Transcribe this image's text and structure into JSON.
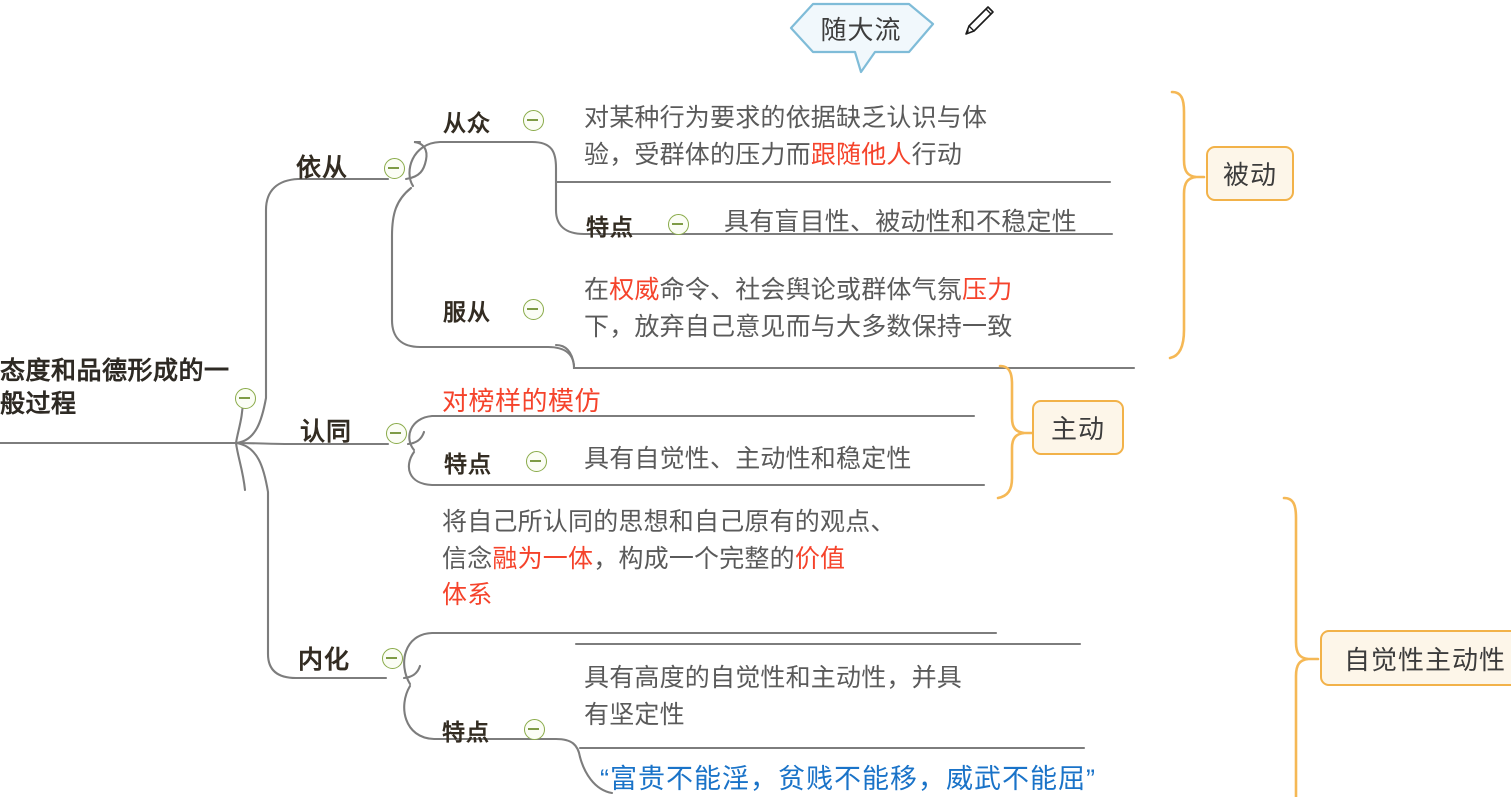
{
  "document": {
    "type": "mind-map",
    "title": "态度和品德形成的一般过程"
  },
  "root": {
    "label": "态度和品德形成的一般过程",
    "toggle": "collapse-toggle"
  },
  "callout": {
    "text": "随大流",
    "border_color": "#7fbcd8",
    "fill_color": "#f2f9fc"
  },
  "cursor": {
    "name": "pencil-cursor"
  },
  "branches": [
    {
      "id": "yicong",
      "label": "依从",
      "children": [
        {
          "id": "congzhong",
          "label": "从众",
          "body": {
            "line1_pre": "对某种行为要求的依据缺乏认识与体",
            "line2_pre": "验，受群体的压力而",
            "line2_hl": "跟随他人",
            "line2_post": "行动"
          }
        },
        {
          "id": "congzhong-tedian",
          "label": "特点",
          "body": {
            "plain": "具有盲目性、被动性和不稳定性"
          }
        },
        {
          "id": "fucong",
          "label": "服从",
          "body": {
            "line1_pre": "在",
            "line1_hl1": "权威",
            "line1_mid": "命令、社会舆论或群体气氛",
            "line1_hl2": "压力",
            "line2_pre": "下，放弃自己意见而与大多数保持一致"
          }
        }
      ]
    },
    {
      "id": "rentong",
      "label": "认同",
      "children": [
        {
          "id": "rentong-red",
          "red_text": "对榜样的模仿"
        },
        {
          "id": "rentong-tedian",
          "label": "特点",
          "body": {
            "plain": "具有自觉性、主动性和稳定性"
          }
        }
      ]
    },
    {
      "id": "neihua",
      "label": "内化",
      "children": [
        {
          "id": "neihua-def",
          "body": {
            "line1_pre": "将自己所认同的思想和自己原有的观点、",
            "line2_pre": "信念",
            "line2_hl": "融为一体",
            "line2_post": "，构成一个完整的",
            "line2_hl2": "价值",
            "line3_hl": "体系"
          }
        },
        {
          "id": "neihua-tedian",
          "label": "特点",
          "body": {
            "line1": "具有高度的自觉性和主动性，并具",
            "line2": "有坚定性"
          }
        },
        {
          "id": "neihua-quote",
          "quote": "“富贵不能淫，贫贱不能移，威武不能屈”"
        }
      ]
    }
  ],
  "tags": [
    {
      "id": "tag-beidong",
      "label": "被动"
    },
    {
      "id": "tag-zhudong",
      "label": "主动"
    },
    {
      "id": "tag-zijuexing",
      "label": "自觉性主动性"
    }
  ],
  "colors": {
    "highlight_red": "#f5432b",
    "quote_blue": "#1a73c8",
    "tag_border": "#f2b249",
    "tag_fill": "#fdf6e9",
    "toggle_green": "#8aab4a",
    "wire_gray": "#7d7d7d",
    "bracket_orange": "#f5b855"
  }
}
